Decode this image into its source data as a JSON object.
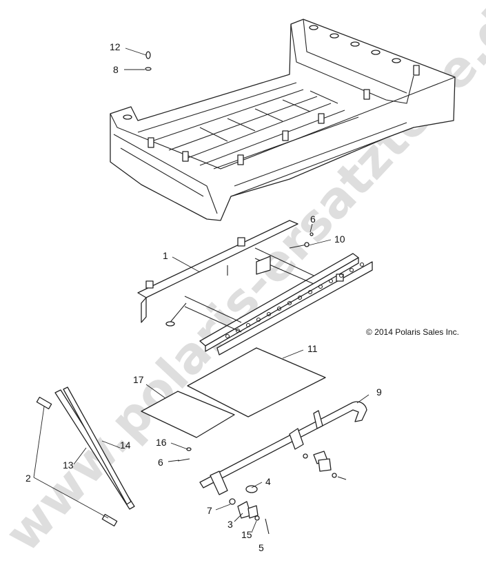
{
  "copyright": "© 2014 Polaris Sales Inc.",
  "watermark": "www.polaris-ersatzteile.de",
  "callouts": {
    "c1": "1",
    "c2": "2",
    "c3": "3",
    "c4": "4",
    "c5": "5",
    "c6a": "6",
    "c6b": "6",
    "c7": "7",
    "c8": "8",
    "c9": "9",
    "c10": "10",
    "c11": "11",
    "c12": "12",
    "c13": "13",
    "c14": "14",
    "c15": "15",
    "c16": "16",
    "c17": "17"
  }
}
